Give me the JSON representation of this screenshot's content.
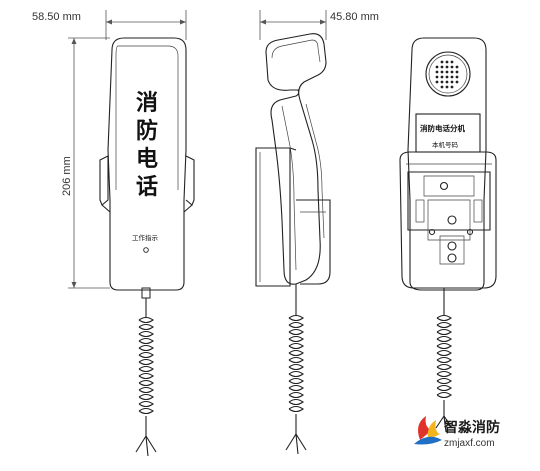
{
  "dimensions": {
    "width_front": "58.50 mm",
    "width_side": "45.80 mm",
    "height": "206 mm"
  },
  "front_view": {
    "label_chars": [
      "消",
      "防",
      "电",
      "话"
    ],
    "indicator_label": "工作指示"
  },
  "back_view": {
    "panel_title": "消防电话分机",
    "panel_number_label": "本机号码"
  },
  "watermark": {
    "brand_name": "智淼消防",
    "url": "zmjaxf.com",
    "logo_icon": "flame-swirl-icon",
    "colors": {
      "red": "#e0332b",
      "yellow": "#f3b51e",
      "blue": "#1f6fc4"
    }
  }
}
